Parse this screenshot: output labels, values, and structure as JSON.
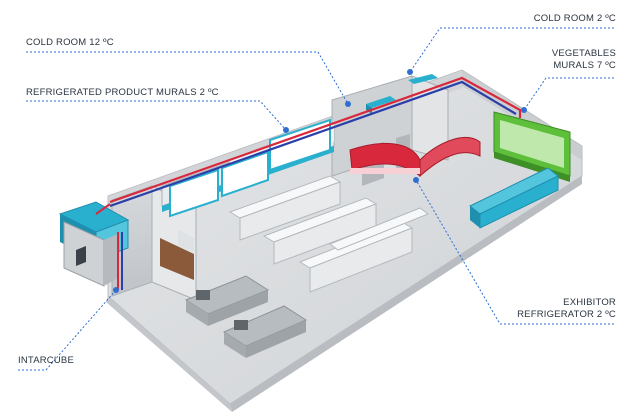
{
  "labels": {
    "cold_room_12": "COLD ROOM 12 ºC",
    "refrigerated_murals": "REFRIGERATED PRODUCT MURALS 2 ºC",
    "cold_room_2": "COLD ROOM 2 ºC",
    "vegetables_line1": "VEGETABLES",
    "vegetables_line2": "MURALS 7 ºC",
    "exhibitor_line1": "EXHIBITOR",
    "exhibitor_line2": "REFRIGERATOR 2 ºC",
    "intarcube": "INTARCUBE"
  },
  "colors": {
    "leader_line": "#2f6fd1",
    "supply_pipe": "#d8283c",
    "return_pipe": "#2a3fa8",
    "cyan_equipment": "#2ab0cf",
    "green_mural": "#5dbf3a",
    "red_exhibitor": "#d8283c",
    "floor": "#dadcde",
    "walls": "#c4c7cb"
  }
}
